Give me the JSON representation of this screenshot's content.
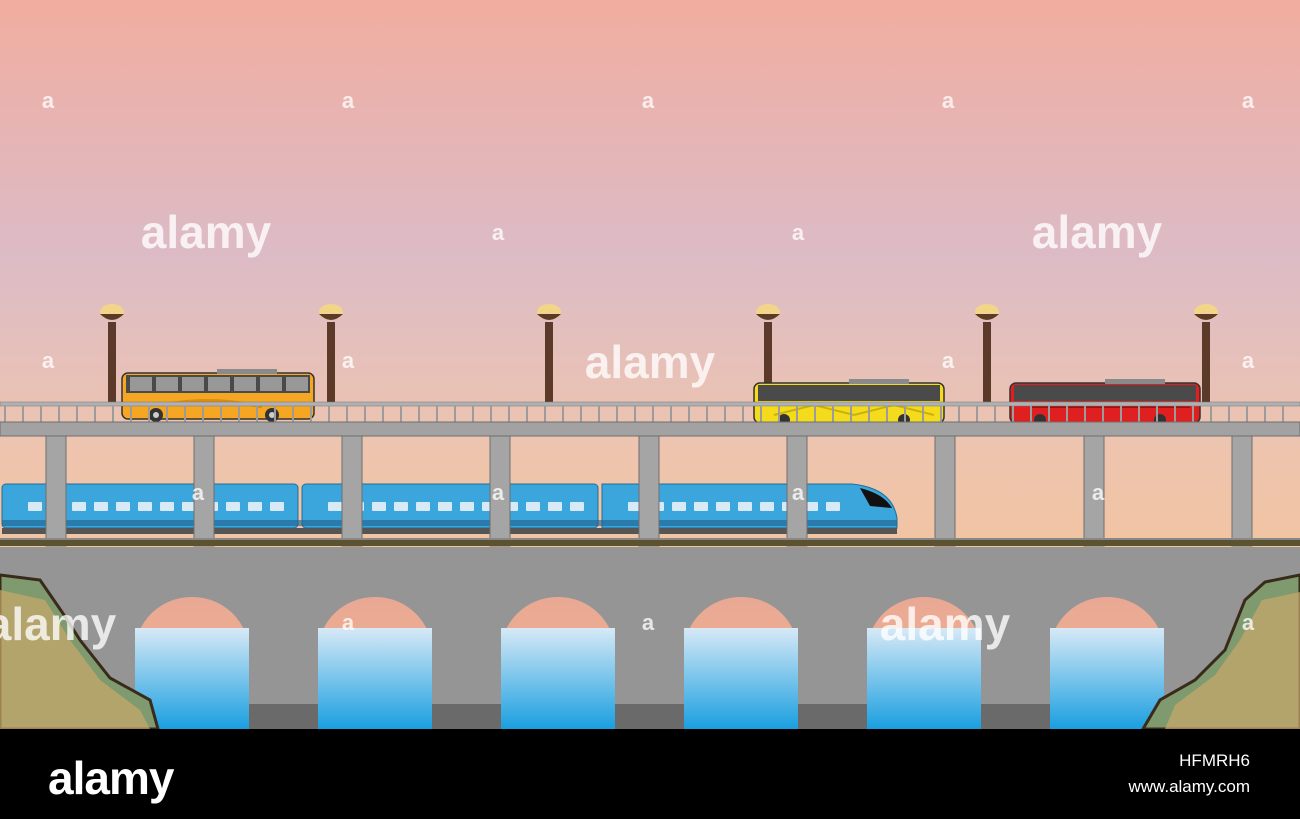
{
  "watermark": {
    "brand": "alamy",
    "small_mark": "a"
  },
  "footer": {
    "logo": "alamy",
    "image_id": "HFMRH6",
    "url": "www.alamy.com"
  },
  "colors": {
    "sky_top": "#f0aea0",
    "sky_mid": "#dcbcc8",
    "sky_bottom": "#f7c58d",
    "bridge_gray": "#959595",
    "railing_gray": "#a9a9a9",
    "water_blue": "#1c9fe0",
    "train_blue": "#3aa6dc",
    "bus_orange": "#f5a623",
    "bus_yellow": "#f4dc1c",
    "bus_red": "#e02020",
    "lamp_post": "#5b3a2a",
    "lamp_light": "#f3d58a",
    "ground_green": "#7f9a6e",
    "ground_soil": "#c9a86a"
  },
  "icons": {
    "lamp": "street-lamp-icon",
    "bus": "bus-icon",
    "train": "high-speed-train-icon"
  }
}
